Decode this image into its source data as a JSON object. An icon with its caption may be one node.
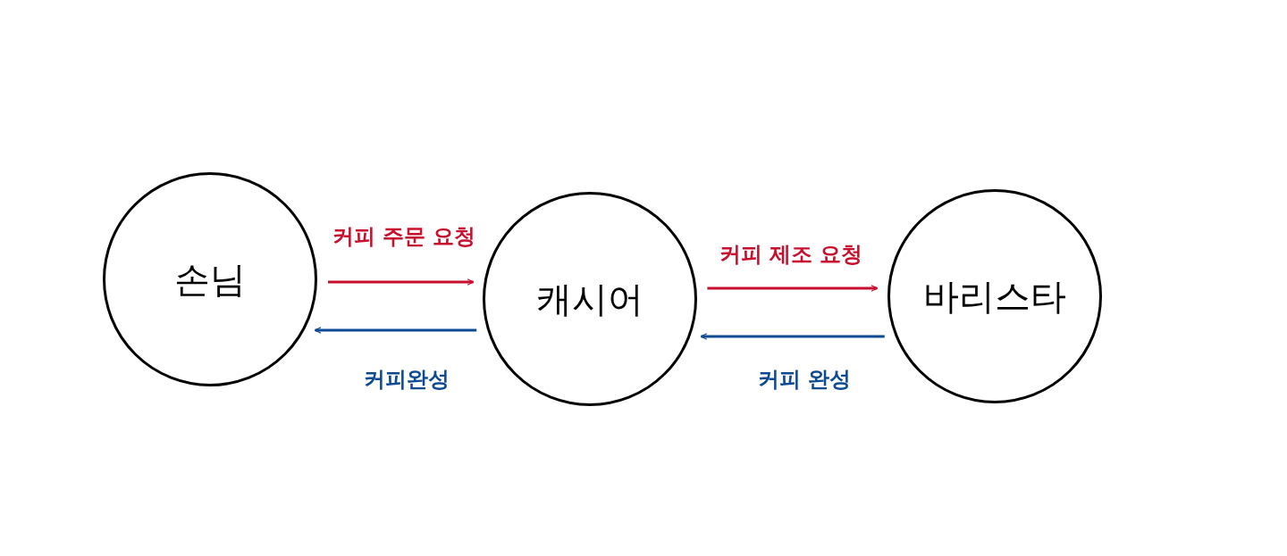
{
  "diagram": {
    "nodes": [
      {
        "text": [
          "손님"
        ]
      },
      {
        "text": [
          "캐시어"
        ]
      },
      {
        "text": [
          "바리스타"
        ]
      }
    ],
    "edges": [
      {
        "from": 0,
        "to": 1,
        "arrow": "to",
        "label": "커피 주문 요청",
        "color": "#c8102e"
      },
      {
        "from": 1,
        "to": 0,
        "arrow": "to",
        "label": "커피완성",
        "color": "#0d4a94"
      },
      {
        "from": 1,
        "to": 2,
        "arrow": "to",
        "label": "커피 제조 요청",
        "color": "#c8102e"
      },
      {
        "from": 2,
        "to": 1,
        "arrow": "to",
        "label": "커피 완성",
        "color": "#0d4a94"
      }
    ]
  }
}
